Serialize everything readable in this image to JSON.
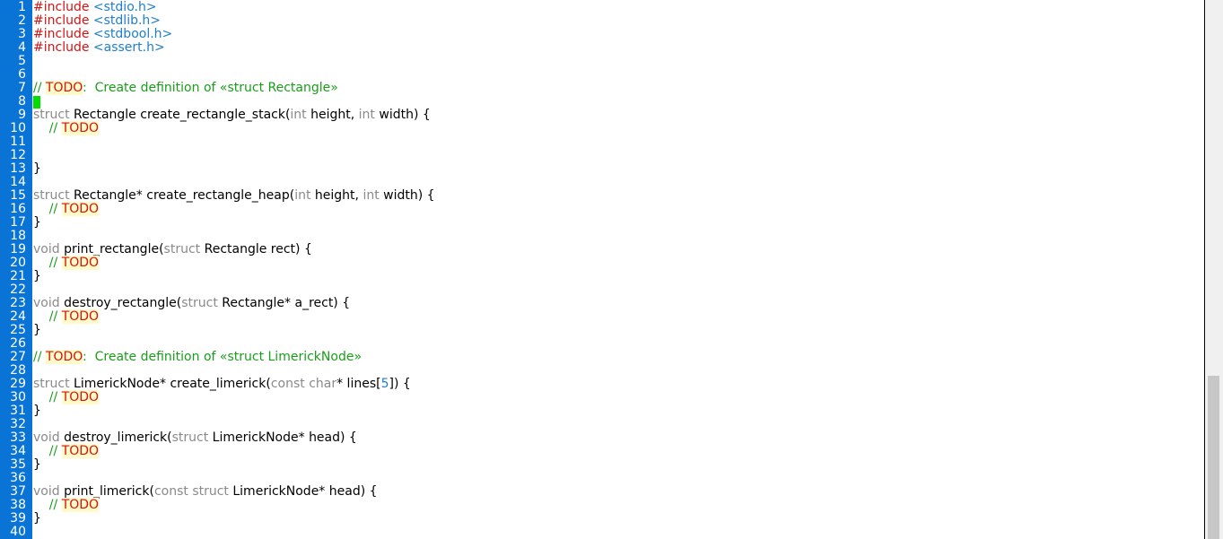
{
  "editor": {
    "colors": {
      "gutter": "#0a74d6",
      "preprocessor": "#d01515",
      "include_path": "#1f7fc8",
      "comment": "#1a9d1a",
      "todo_text": "#d01515",
      "todo_highlight": "#fffac8",
      "keyword": "#8a8a8a",
      "cursor": "#00e000"
    },
    "cursor_line": 8,
    "lines": [
      {
        "n": "1",
        "tokens": [
          {
            "t": "#include ",
            "c": "pre"
          },
          {
            "t": "<stdio.h>",
            "c": "inc"
          }
        ]
      },
      {
        "n": "2",
        "tokens": [
          {
            "t": "#include ",
            "c": "pre"
          },
          {
            "t": "<stdlib.h>",
            "c": "inc"
          }
        ]
      },
      {
        "n": "3",
        "tokens": [
          {
            "t": "#include ",
            "c": "pre"
          },
          {
            "t": "<stdbool.h>",
            "c": "inc"
          }
        ]
      },
      {
        "n": "4",
        "tokens": [
          {
            "t": "#include ",
            "c": "pre"
          },
          {
            "t": "<assert.h>",
            "c": "inc"
          }
        ]
      },
      {
        "n": "5",
        "tokens": []
      },
      {
        "n": "6",
        "tokens": []
      },
      {
        "n": "7",
        "tokens": [
          {
            "t": "// ",
            "c": "cmt"
          },
          {
            "t": "TODO",
            "c": "todo"
          },
          {
            "t": ":  Create definition of «struct Rectangle»",
            "c": "cmt"
          }
        ]
      },
      {
        "n": "8",
        "tokens": []
      },
      {
        "n": "9",
        "tokens": [
          {
            "t": "struct",
            "c": "kw"
          },
          {
            "t": " Rectangle create_rectangle_stack(",
            "c": "plain"
          },
          {
            "t": "int",
            "c": "kw"
          },
          {
            "t": " height, ",
            "c": "plain"
          },
          {
            "t": "int",
            "c": "kw"
          },
          {
            "t": " width) {",
            "c": "plain"
          }
        ]
      },
      {
        "n": "10",
        "tokens": [
          {
            "t": "    // ",
            "c": "cmt"
          },
          {
            "t": "TODO",
            "c": "todo"
          }
        ]
      },
      {
        "n": "11",
        "tokens": []
      },
      {
        "n": "12",
        "tokens": []
      },
      {
        "n": "13",
        "tokens": [
          {
            "t": "}",
            "c": "plain"
          }
        ]
      },
      {
        "n": "14",
        "tokens": []
      },
      {
        "n": "15",
        "tokens": [
          {
            "t": "struct",
            "c": "kw"
          },
          {
            "t": " Rectangle* create_rectangle_heap(",
            "c": "plain"
          },
          {
            "t": "int",
            "c": "kw"
          },
          {
            "t": " height, ",
            "c": "plain"
          },
          {
            "t": "int",
            "c": "kw"
          },
          {
            "t": " width) {",
            "c": "plain"
          }
        ]
      },
      {
        "n": "16",
        "tokens": [
          {
            "t": "    // ",
            "c": "cmt"
          },
          {
            "t": "TODO",
            "c": "todo"
          }
        ]
      },
      {
        "n": "17",
        "tokens": [
          {
            "t": "}",
            "c": "plain"
          }
        ]
      },
      {
        "n": "18",
        "tokens": []
      },
      {
        "n": "19",
        "tokens": [
          {
            "t": "void",
            "c": "kw"
          },
          {
            "t": " print_rectangle(",
            "c": "plain"
          },
          {
            "t": "struct",
            "c": "kw"
          },
          {
            "t": " Rectangle rect) {",
            "c": "plain"
          }
        ]
      },
      {
        "n": "20",
        "tokens": [
          {
            "t": "    // ",
            "c": "cmt"
          },
          {
            "t": "TODO",
            "c": "todo"
          }
        ]
      },
      {
        "n": "21",
        "tokens": [
          {
            "t": "}",
            "c": "plain"
          }
        ]
      },
      {
        "n": "22",
        "tokens": []
      },
      {
        "n": "23",
        "tokens": [
          {
            "t": "void",
            "c": "kw"
          },
          {
            "t": " destroy_rectangle(",
            "c": "plain"
          },
          {
            "t": "struct",
            "c": "kw"
          },
          {
            "t": " Rectangle* a_rect) {",
            "c": "plain"
          }
        ]
      },
      {
        "n": "24",
        "tokens": [
          {
            "t": "    // ",
            "c": "cmt"
          },
          {
            "t": "TODO",
            "c": "todo"
          }
        ]
      },
      {
        "n": "25",
        "tokens": [
          {
            "t": "}",
            "c": "plain"
          }
        ]
      },
      {
        "n": "26",
        "tokens": []
      },
      {
        "n": "27",
        "tokens": [
          {
            "t": "// ",
            "c": "cmt"
          },
          {
            "t": "TODO",
            "c": "todo"
          },
          {
            "t": ":  Create definition of «struct LimerickNode»",
            "c": "cmt"
          }
        ]
      },
      {
        "n": "28",
        "tokens": []
      },
      {
        "n": "29",
        "tokens": [
          {
            "t": "struct",
            "c": "kw"
          },
          {
            "t": " LimerickNode* create_limerick(",
            "c": "plain"
          },
          {
            "t": "const",
            "c": "kw"
          },
          {
            "t": " ",
            "c": "plain"
          },
          {
            "t": "char",
            "c": "kw"
          },
          {
            "t": "* lines[",
            "c": "plain"
          },
          {
            "t": "5",
            "c": "num"
          },
          {
            "t": "]) {",
            "c": "plain"
          }
        ]
      },
      {
        "n": "30",
        "tokens": [
          {
            "t": "    // ",
            "c": "cmt"
          },
          {
            "t": "TODO",
            "c": "todo"
          }
        ]
      },
      {
        "n": "31",
        "tokens": [
          {
            "t": "}",
            "c": "plain"
          }
        ]
      },
      {
        "n": "32",
        "tokens": []
      },
      {
        "n": "33",
        "tokens": [
          {
            "t": "void",
            "c": "kw"
          },
          {
            "t": " destroy_limerick(",
            "c": "plain"
          },
          {
            "t": "struct",
            "c": "kw"
          },
          {
            "t": " LimerickNode* head) {",
            "c": "plain"
          }
        ]
      },
      {
        "n": "34",
        "tokens": [
          {
            "t": "    // ",
            "c": "cmt"
          },
          {
            "t": "TODO",
            "c": "todo"
          }
        ]
      },
      {
        "n": "35",
        "tokens": [
          {
            "t": "}",
            "c": "plain"
          }
        ]
      },
      {
        "n": "36",
        "tokens": []
      },
      {
        "n": "37",
        "tokens": [
          {
            "t": "void",
            "c": "kw"
          },
          {
            "t": " print_limerick(",
            "c": "plain"
          },
          {
            "t": "const",
            "c": "kw"
          },
          {
            "t": " ",
            "c": "plain"
          },
          {
            "t": "struct",
            "c": "kw"
          },
          {
            "t": " LimerickNode* head) {",
            "c": "plain"
          }
        ]
      },
      {
        "n": "38",
        "tokens": [
          {
            "t": "    // ",
            "c": "cmt"
          },
          {
            "t": "TODO",
            "c": "todo"
          }
        ]
      },
      {
        "n": "39",
        "tokens": [
          {
            "t": "}",
            "c": "plain"
          }
        ]
      },
      {
        "n": "40",
        "tokens": []
      }
    ]
  }
}
